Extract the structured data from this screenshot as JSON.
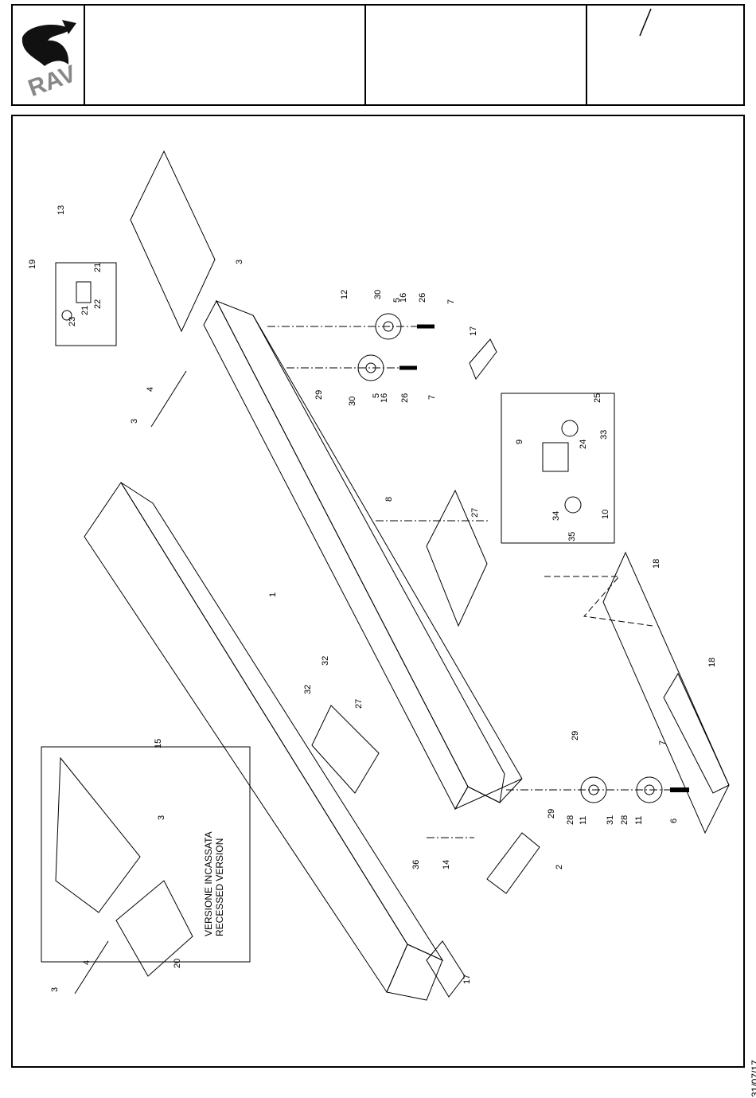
{
  "header": {
    "logo_text": "RAV",
    "revision_mark": "/"
  },
  "footer": {
    "date": "31/07/17"
  },
  "inset_recessed": {
    "label_it": "VERSIONE INCASSATA",
    "label_en": "RECESSED VERSION"
  },
  "callouts": [
    "1",
    "2",
    "3",
    "3",
    "3",
    "3",
    "4",
    "4",
    "5",
    "5",
    "6",
    "7",
    "7",
    "7",
    "8",
    "9",
    "10",
    "11",
    "11",
    "12",
    "13",
    "14",
    "15",
    "16",
    "16",
    "17",
    "17",
    "18",
    "18",
    "19",
    "20",
    "21",
    "21",
    "22",
    "23",
    "24",
    "25",
    "26",
    "26",
    "27",
    "27",
    "28",
    "28",
    "29",
    "29",
    "29",
    "30",
    "30",
    "31",
    "32",
    "32",
    "33",
    "34",
    "35",
    "36"
  ]
}
